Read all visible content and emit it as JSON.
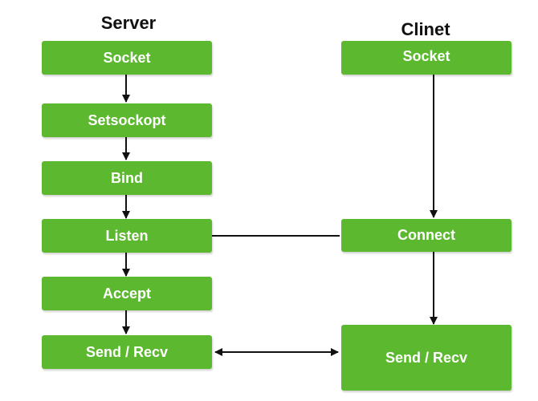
{
  "server": {
    "heading": "Server",
    "steps": [
      "Socket",
      "Setsockopt",
      "Bind",
      "Listen",
      "Accept",
      "Send / Recv"
    ]
  },
  "client": {
    "heading": "Clinet",
    "steps": [
      "Socket",
      "Connect",
      "Send / Recv"
    ]
  },
  "colors": {
    "box": "#5cb82e",
    "text": "#ffffff",
    "arrow": "#111111"
  }
}
